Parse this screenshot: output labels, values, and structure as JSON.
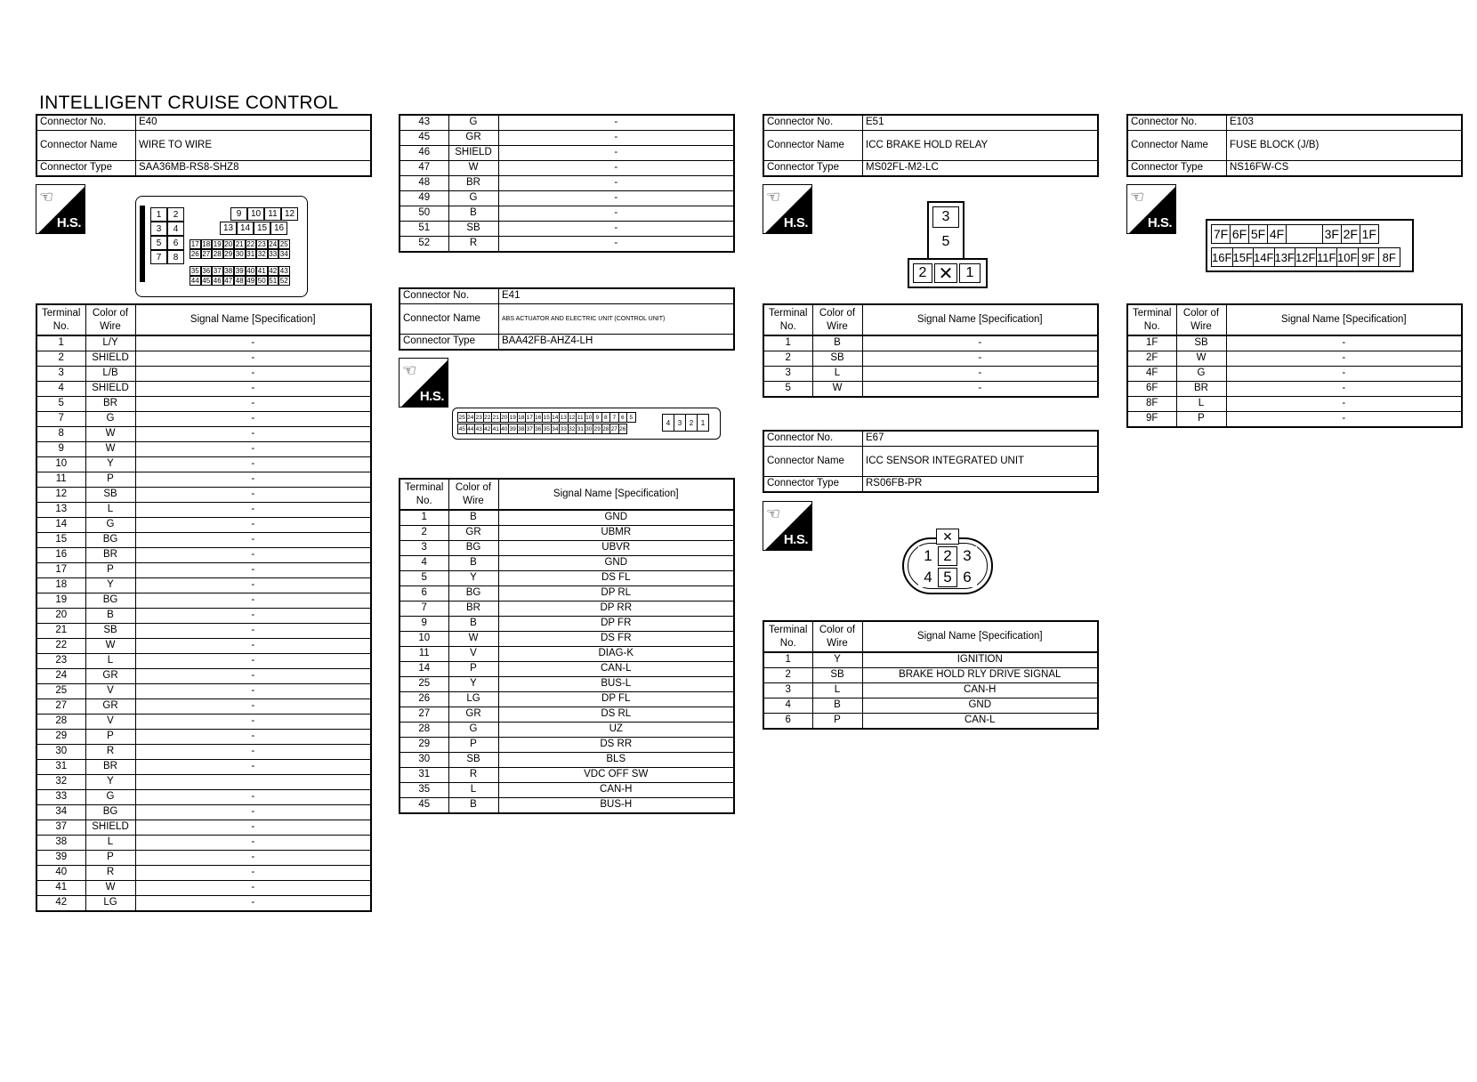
{
  "page_title": "INTELLIGENT CRUISE CONTROL",
  "labels": {
    "connector_no": "Connector No.",
    "connector_name": "Connector Name",
    "connector_type": "Connector Type",
    "hs": "H.S.",
    "terminal_no": "Terminal No.",
    "color_of_wire": "Color of Wire",
    "signal_name": "Signal Name [Specification]"
  },
  "connectors": {
    "e40": {
      "no": "E40",
      "name": "WIRE TO WIRE",
      "type": "SAA36MB-RS8-SHZ8",
      "rows": [
        [
          "1",
          "L/Y",
          "-"
        ],
        [
          "2",
          "SHIELD",
          "-"
        ],
        [
          "3",
          "L/B",
          "-"
        ],
        [
          "4",
          "SHIELD",
          "-"
        ],
        [
          "5",
          "BR",
          "-"
        ],
        [
          "7",
          "G",
          "-"
        ],
        [
          "8",
          "W",
          "-"
        ],
        [
          "9",
          "W",
          "-"
        ],
        [
          "10",
          "Y",
          "-"
        ],
        [
          "11",
          "P",
          "-"
        ],
        [
          "12",
          "SB",
          "-"
        ],
        [
          "13",
          "L",
          "-"
        ],
        [
          "14",
          "G",
          "-"
        ],
        [
          "15",
          "BG",
          "-"
        ],
        [
          "16",
          "BR",
          "-"
        ],
        [
          "17",
          "P",
          "-"
        ],
        [
          "18",
          "Y",
          "-"
        ],
        [
          "19",
          "BG",
          "-"
        ],
        [
          "20",
          "B",
          "-"
        ],
        [
          "21",
          "SB",
          "-"
        ],
        [
          "22",
          "W",
          "-"
        ],
        [
          "23",
          "L",
          "-"
        ],
        [
          "24",
          "GR",
          "-"
        ],
        [
          "25",
          "V",
          "-"
        ],
        [
          "27",
          "GR",
          "-"
        ],
        [
          "28",
          "V",
          "-"
        ],
        [
          "29",
          "P",
          "-"
        ],
        [
          "30",
          "R",
          "-"
        ],
        [
          "31",
          "BR",
          "-"
        ],
        [
          "32",
          "Y",
          ""
        ],
        [
          "33",
          "G",
          "-"
        ],
        [
          "34",
          "BG",
          "-"
        ],
        [
          "37",
          "SHIELD",
          "-"
        ],
        [
          "38",
          "L",
          "-"
        ],
        [
          "39",
          "P",
          "-"
        ],
        [
          "40",
          "R",
          "-"
        ],
        [
          "41",
          "W",
          "-"
        ],
        [
          "42",
          "LG",
          "-"
        ]
      ],
      "rows_cont": [
        [
          "43",
          "G",
          "-"
        ],
        [
          "45",
          "GR",
          "-"
        ],
        [
          "46",
          "SHIELD",
          "-"
        ],
        [
          "47",
          "W",
          "-"
        ],
        [
          "48",
          "BR",
          "-"
        ],
        [
          "49",
          "G",
          "-"
        ],
        [
          "50",
          "B",
          "-"
        ],
        [
          "51",
          "SB",
          "-"
        ],
        [
          "52",
          "R",
          "-"
        ]
      ],
      "pins_left": [
        "1",
        "2",
        "3",
        "4",
        "5",
        "6",
        "7",
        "8"
      ],
      "pins_top": [
        "9",
        "10",
        "11",
        "12"
      ],
      "pins_mid": [
        "13",
        "14",
        "15",
        "16"
      ],
      "pins_r1": [
        "17",
        "18",
        "19",
        "20",
        "21",
        "22",
        "23",
        "24",
        "25"
      ],
      "pins_r2": [
        "26",
        "27",
        "28",
        "29",
        "30",
        "31",
        "32",
        "33",
        "34"
      ],
      "pins_r3": [
        "35",
        "36",
        "37",
        "38",
        "39",
        "40",
        "41",
        "42",
        "43"
      ],
      "pins_r4": [
        "44",
        "45",
        "46",
        "47",
        "48",
        "49",
        "50",
        "51",
        "52"
      ]
    },
    "e41": {
      "no": "E41",
      "name": "ABS ACTUATOR AND ELECTRIC UNIT (CONTROL UNIT)",
      "type": "BAA42FB-AHZ4-LH",
      "rows": [
        [
          "1",
          "B",
          "GND"
        ],
        [
          "2",
          "GR",
          "UBMR"
        ],
        [
          "3",
          "BG",
          "UBVR"
        ],
        [
          "4",
          "B",
          "GND"
        ],
        [
          "5",
          "Y",
          "DS FL"
        ],
        [
          "6",
          "BG",
          "DP RL"
        ],
        [
          "7",
          "BR",
          "DP RR"
        ],
        [
          "9",
          "B",
          "DP FR"
        ],
        [
          "10",
          "W",
          "DS FR"
        ],
        [
          "11",
          "V",
          "DIAG-K"
        ],
        [
          "14",
          "P",
          "CAN-L"
        ],
        [
          "25",
          "Y",
          "BUS-L"
        ],
        [
          "26",
          "LG",
          "DP FL"
        ],
        [
          "27",
          "GR",
          "DS RL"
        ],
        [
          "28",
          "G",
          "UZ"
        ],
        [
          "29",
          "P",
          "DS RR"
        ],
        [
          "30",
          "SB",
          "BLS"
        ],
        [
          "31",
          "R",
          "VDC OFF SW"
        ],
        [
          "35",
          "L",
          "CAN-H"
        ],
        [
          "45",
          "B",
          "BUS-H"
        ]
      ],
      "pins_top": [
        "25",
        "24",
        "23",
        "22",
        "21",
        "20",
        "19",
        "18",
        "17",
        "16",
        "15",
        "14",
        "13",
        "12",
        "11",
        "10",
        "9",
        "8",
        "7",
        "6",
        "5"
      ],
      "pins_bot": [
        "45",
        "44",
        "43",
        "42",
        "41",
        "40",
        "39",
        "38",
        "37",
        "36",
        "35",
        "34",
        "33",
        "32",
        "31",
        "30",
        "29",
        "28",
        "27",
        "26"
      ],
      "pins_end": [
        "4",
        "3",
        "2",
        "1"
      ]
    },
    "e51": {
      "no": "E51",
      "name": "ICC BRAKE HOLD RELAY",
      "type": "MS02FL-M2-LC",
      "rows": [
        [
          "1",
          "B",
          "-"
        ],
        [
          "2",
          "SB",
          "-"
        ],
        [
          "3",
          "L",
          "-"
        ],
        [
          "5",
          "W",
          "-"
        ]
      ],
      "pins": [
        "3",
        "5",
        "2",
        "1"
      ]
    },
    "e67": {
      "no": "E67",
      "name": "ICC SENSOR INTEGRATED UNIT",
      "type": "RS06FB-PR",
      "rows": [
        [
          "1",
          "Y",
          "IGNITION"
        ],
        [
          "2",
          "SB",
          "BRAKE HOLD RLY DRIVE SIGNAL"
        ],
        [
          "3",
          "L",
          "CAN-H"
        ],
        [
          "4",
          "B",
          "GND"
        ],
        [
          "6",
          "P",
          "CAN-L"
        ]
      ],
      "pins": [
        "1",
        "2",
        "3",
        "4",
        "5",
        "6"
      ]
    },
    "e103": {
      "no": "E103",
      "name": "FUSE BLOCK (J/B)",
      "type": "NS16FW-CS",
      "rows": [
        [
          "1F",
          "SB",
          "-"
        ],
        [
          "2F",
          "W",
          "-"
        ],
        [
          "4F",
          "G",
          "-"
        ],
        [
          "6F",
          "BR",
          "-"
        ],
        [
          "8F",
          "L",
          "-"
        ],
        [
          "9F",
          "P",
          "-"
        ]
      ],
      "pins_top": [
        "7F",
        "6F",
        "5F",
        "4F",
        "",
        "3F",
        "2F",
        "1F"
      ],
      "pins_bot": [
        "16F",
        "15F",
        "14F",
        "13F",
        "12F",
        "11F",
        "10F",
        "9F",
        "8F"
      ]
    }
  }
}
